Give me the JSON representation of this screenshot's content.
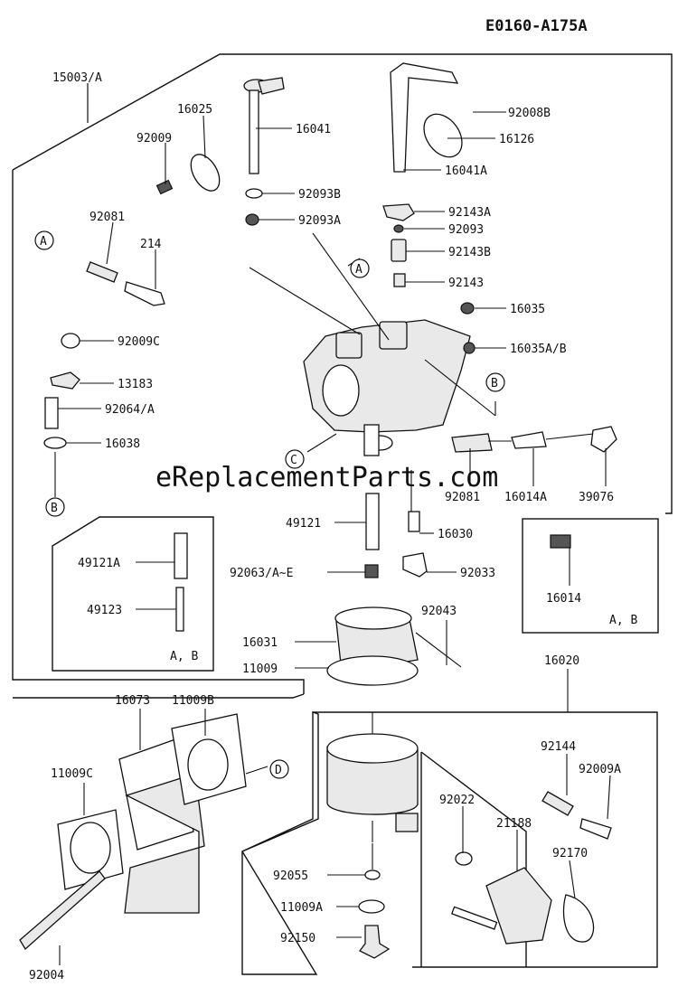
{
  "diagram_code": "E0160-A175A",
  "watermark": "eReplacementParts.com",
  "part_labels": {
    "p15003A": "15003/A",
    "p16025": "16025",
    "p16041": "16041",
    "p92009": "92009",
    "p92008B": "92008B",
    "p16126": "16126",
    "p16041A": "16041A",
    "p92093B": "92093B",
    "p92093A": "92093A",
    "p92143A": "92143A",
    "p92093": "92093",
    "p92143B": "92143B",
    "p92081": "92081",
    "p214": "214",
    "p92143": "92143",
    "p16035": "16035",
    "p16035AB": "16035A/B",
    "p92009C": "92009C",
    "p13183": "13183",
    "p92064A": "92064/A",
    "p16038": "16038",
    "p92081b": "92081",
    "p16014A": "16014A",
    "p39076": "39076",
    "p49121": "49121",
    "p16030": "16030",
    "p49121A": "49121A",
    "p49123": "49123",
    "p92063": "92063/A~E",
    "p92033": "92033",
    "p16014": "16014",
    "p92043": "92043",
    "p16031": "16031",
    "p11009": "11009",
    "p16020": "16020",
    "p16073": "16073",
    "p11009B": "11009B",
    "p11009C": "11009C",
    "p92144": "92144",
    "p92009A": "92009A",
    "p92022": "92022",
    "p21188": "21188",
    "p92170": "92170",
    "p92055": "92055",
    "p11009A": "11009A",
    "p92004": "92004",
    "p92150": "92150"
  },
  "callouts": {
    "a": "A",
    "b": "B",
    "c": "C",
    "d": "D"
  },
  "variant_notes": {
    "box_left": "A, B",
    "box_right": "A, B"
  }
}
